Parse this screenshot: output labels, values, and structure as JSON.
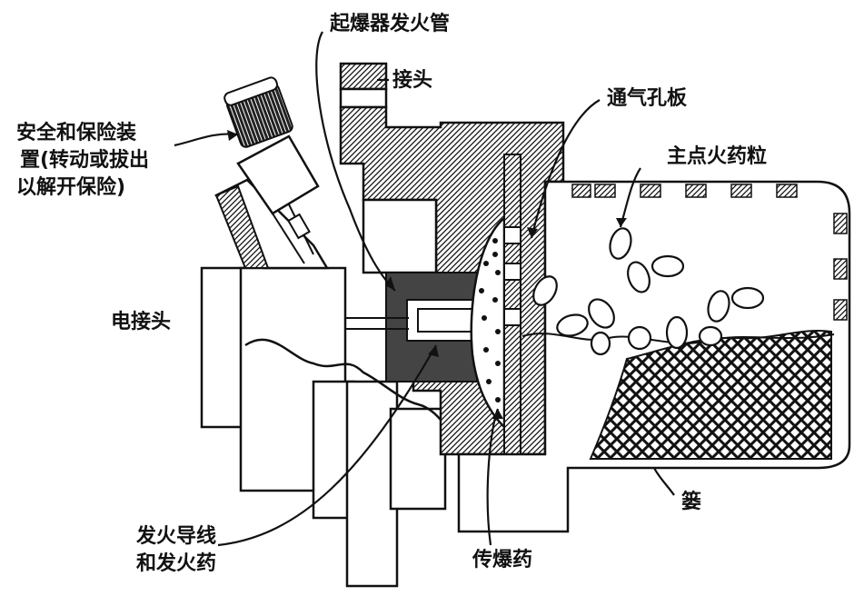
{
  "labels": {
    "detonator": "起爆器发火管",
    "connector": "接头",
    "vent_plate": "通气孔板",
    "safety_line1": "安全和保险装",
    "safety_line2": "置(转动或拔出",
    "safety_line3": "以解开保险)",
    "main_pellets": "主点火药粒",
    "electric_connector": "电接头",
    "bridgewire_line1": "发火导线",
    "bridgewire_line2": "和发火药",
    "booster": "传爆药",
    "screen": "篓"
  },
  "colors": {
    "ink": "#111111",
    "paper": "#ffffff"
  }
}
